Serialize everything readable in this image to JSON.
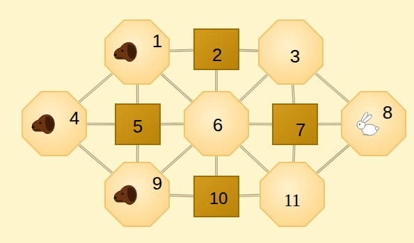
{
  "diagram": {
    "nodes": [
      {
        "text": [
          "1"
        ]
      },
      {
        "text": [
          "2"
        ]
      },
      {
        "text": [
          "3"
        ]
      },
      {
        "text": [
          "4"
        ]
      },
      {
        "text": [
          "5"
        ]
      },
      {
        "text": [
          "6"
        ]
      },
      {
        "text": [
          "7"
        ]
      },
      {
        "text": [
          "8"
        ]
      },
      {
        "text": [
          "9"
        ]
      },
      {
        "text": [
          "10"
        ]
      },
      {
        "text": [
          "11"
        ]
      }
    ],
    "edges": [
      {
        "from": 0,
        "to": 1,
        "arrow": "none"
      },
      {
        "from": 1,
        "to": 2,
        "arrow": "none"
      },
      {
        "from": 0,
        "to": 3,
        "arrow": "none"
      },
      {
        "from": 0,
        "to": 4,
        "arrow": "none"
      },
      {
        "from": 0,
        "to": 5,
        "arrow": "none"
      },
      {
        "from": 1,
        "to": 5,
        "arrow": "none"
      },
      {
        "from": 2,
        "to": 5,
        "arrow": "none"
      },
      {
        "from": 2,
        "to": 6,
        "arrow": "none"
      },
      {
        "from": 2,
        "to": 7,
        "arrow": "none"
      },
      {
        "from": 3,
        "to": 4,
        "arrow": "none"
      },
      {
        "from": 4,
        "to": 5,
        "arrow": "none"
      },
      {
        "from": 5,
        "to": 6,
        "arrow": "none"
      },
      {
        "from": 6,
        "to": 7,
        "arrow": "none"
      },
      {
        "from": 3,
        "to": 8,
        "arrow": "none"
      },
      {
        "from": 4,
        "to": 8,
        "arrow": "none"
      },
      {
        "from": 5,
        "to": 8,
        "arrow": "none"
      },
      {
        "from": 5,
        "to": 9,
        "arrow": "none"
      },
      {
        "from": 5,
        "to": 10,
        "arrow": "none"
      },
      {
        "from": 6,
        "to": 10,
        "arrow": "none"
      },
      {
        "from": 7,
        "to": 10,
        "arrow": "none"
      },
      {
        "from": 8,
        "to": 9,
        "arrow": "none"
      },
      {
        "from": 9,
        "to": 10,
        "arrow": "none"
      }
    ]
  }
}
